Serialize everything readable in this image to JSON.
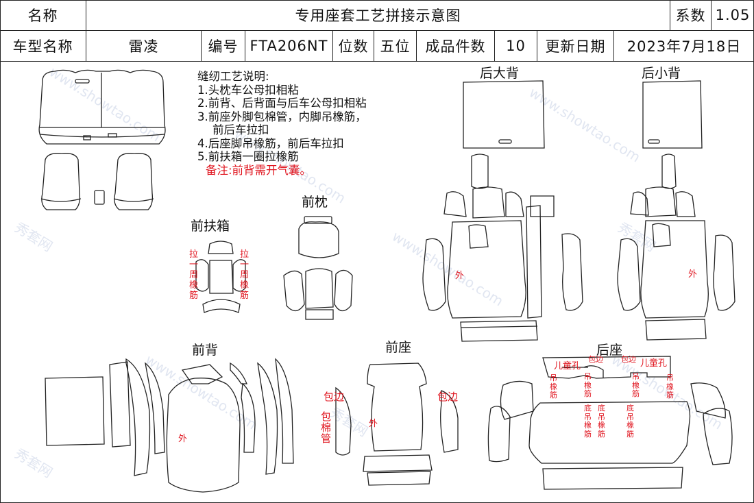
{
  "header": {
    "name_label": "名称",
    "title": "专用座套工艺拼接示意图",
    "coef_label": "系数",
    "coef_value": "1.05"
  },
  "info": {
    "model_label": "车型名称",
    "model_value": "雷凌",
    "code_label": "编号",
    "code_value": "FTA206NT",
    "seats_label": "位数",
    "seats_value": "五位",
    "pieces_label": "成品件数",
    "pieces_value": "10",
    "date_label": "更新日期",
    "date_value": "2023年7月18日"
  },
  "notes": {
    "title": "缝纫工艺说明:",
    "items": [
      "1.头枕车公母扣相粘",
      "2.前背、后背面与后车公母扣相粘",
      "3.前座外脚包棉管，内脚吊橡筋，",
      "前后车拉扣",
      "4.后座脚吊橡筋，前后车拉扣",
      "5.前扶箱一圈拉橡筋"
    ],
    "remark": "备注:前背需开气囊。"
  },
  "sections": {
    "rear_back": "后大背",
    "rear_small_back": "后小背",
    "front_pillow": "前枕",
    "front_armrest": "前扶箱",
    "front_back": "前背",
    "front_seat": "前座",
    "rear_seat": "后座"
  },
  "annotations": {
    "armrest_left": "拉一周橡筋",
    "armrest_right": "拉一周橡筋",
    "outer": "外",
    "edge": "包边",
    "edge_tube": "包棉管",
    "child_hole": "儿童孔",
    "bottom_edge": "包边",
    "elastic": "吊橡筋",
    "bottom_elastic": "底吊橡筋"
  },
  "watermark": {
    "site": "www.showtao.com",
    "brand": "秀套网"
  },
  "colors": {
    "line": "#222222",
    "annotation": "#e0141e",
    "watermark": "#c9d3e6"
  }
}
